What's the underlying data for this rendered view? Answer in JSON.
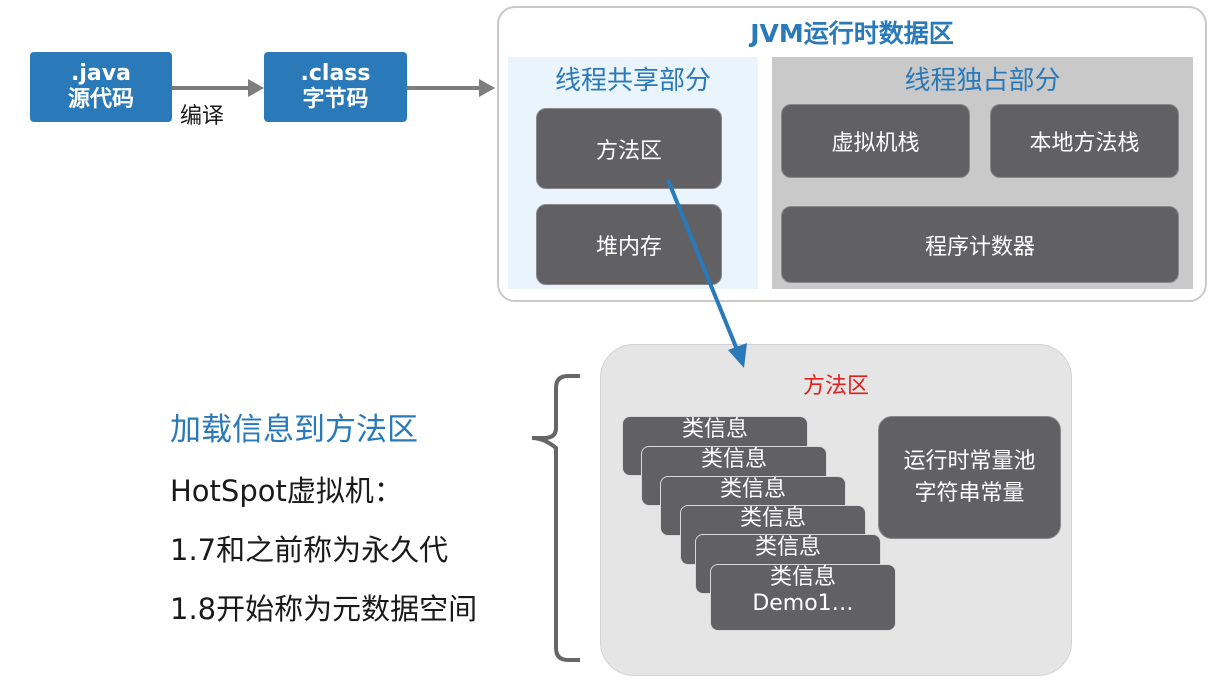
{
  "source_box": {
    "line1": ".java",
    "line2": "源代码"
  },
  "compile_label": "编译",
  "class_box": {
    "line1": ".class",
    "line2": "字节码"
  },
  "jvm": {
    "title": "JVM运行时数据区",
    "shared": {
      "title": "线程共享部分",
      "method_area": "方法区",
      "heap": "堆内存"
    },
    "private": {
      "title": "线程独占部分",
      "vm_stack": "虚拟机栈",
      "native_stack": "本地方法栈",
      "pc": "程序计数器"
    }
  },
  "method_area_detail": {
    "title": "方法区",
    "class_info": [
      "类信息",
      "类信息",
      "类信息",
      "类信息",
      "类信息",
      "类信息"
    ],
    "last_class_extra": "Demo1…",
    "constant_pool_line1": "运行时常量池",
    "constant_pool_line2": "字符串常量"
  },
  "notes": {
    "heading": "加载信息到方法区",
    "line1": "HotSpot虚拟机：",
    "line2": "1.7和之前称为永久代",
    "line3": "1.8开始称为元数据空间"
  },
  "colors": {
    "blue": "#2a7ab9",
    "dark_box": "#616164",
    "red_title": "#e0201c"
  }
}
